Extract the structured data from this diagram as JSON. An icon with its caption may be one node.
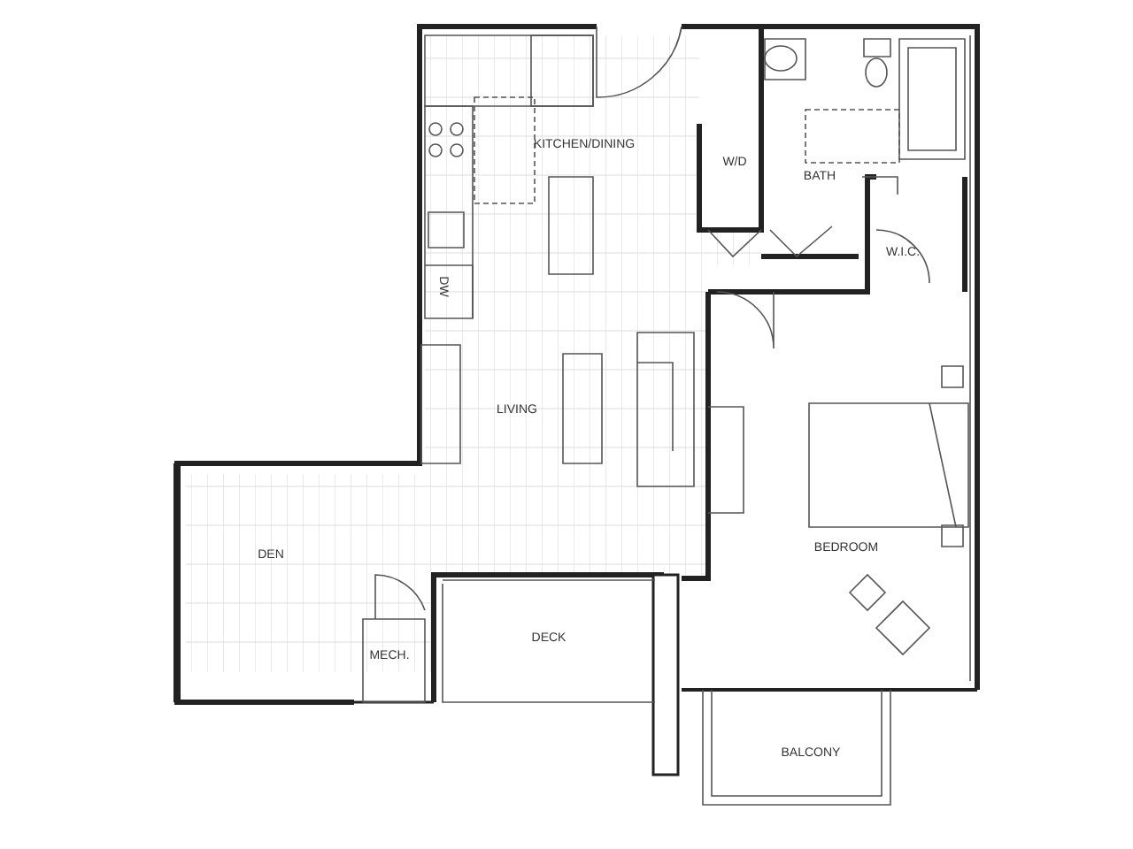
{
  "diagram": {
    "labels": [
      "KITCHEN/DINING",
      "W/D",
      "BATH",
      "W.I.C.",
      "DW",
      "LIVING",
      "DEN",
      "BEDROOM",
      "MECH.",
      "DECK",
      "BALCONY"
    ]
  }
}
